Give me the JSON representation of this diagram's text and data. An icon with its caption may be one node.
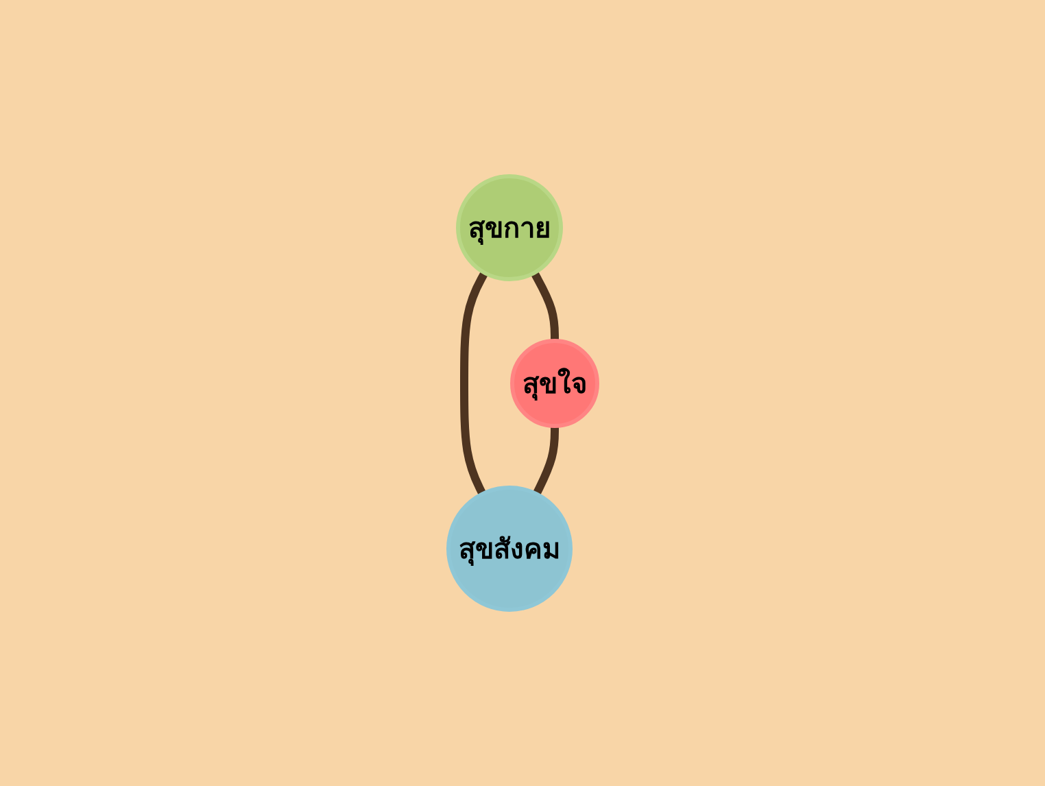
{
  "diagram": {
    "nodes": [
      {
        "text": [
          "สุขกาย"
        ]
      },
      {
        "text": [
          "สุขใจ"
        ]
      },
      {
        "text": [
          "สุขสังคม"
        ]
      }
    ],
    "edges": [
      {
        "from": 0,
        "to": 1,
        "arrow": "none"
      },
      {
        "from": 0,
        "to": 2,
        "arrow": "none"
      },
      {
        "from": 1,
        "to": 2,
        "arrow": "none"
      }
    ]
  }
}
